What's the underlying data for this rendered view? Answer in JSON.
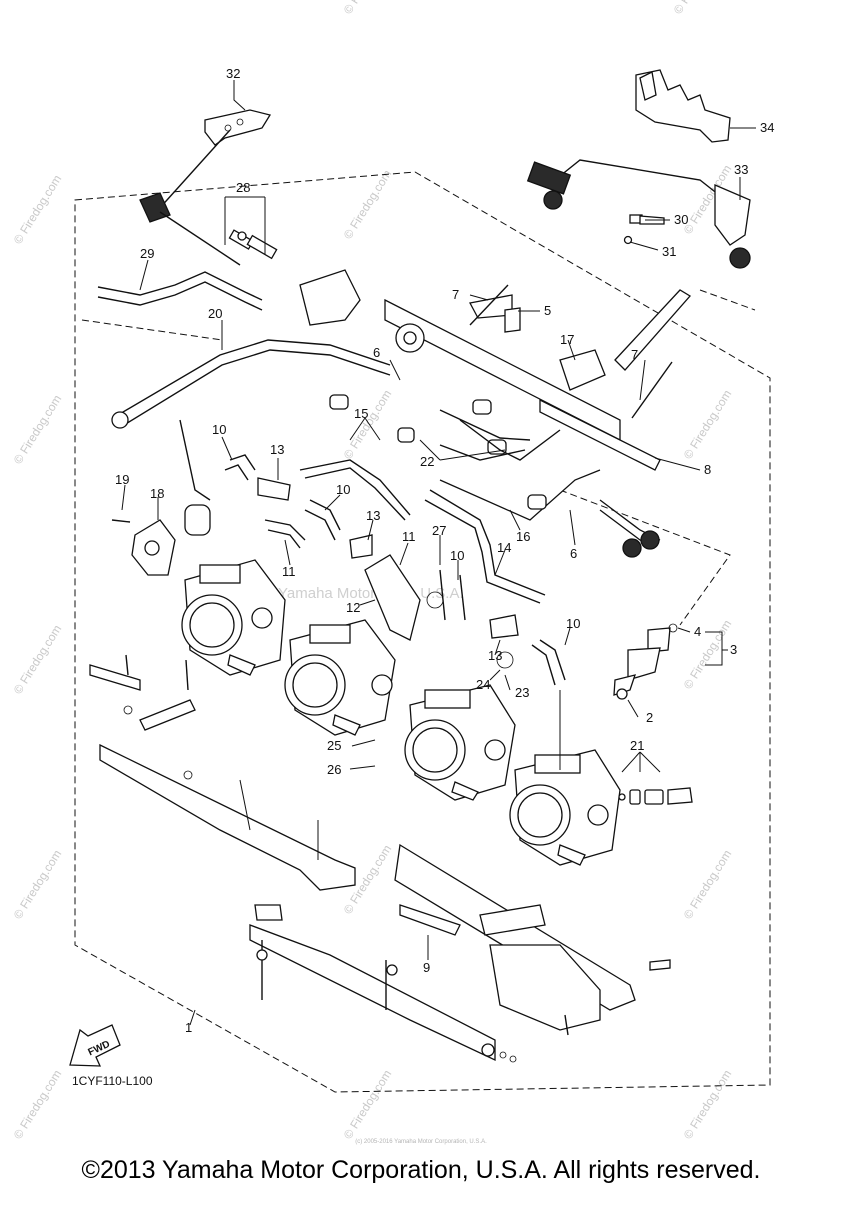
{
  "diagram": {
    "code": "1CYF110-L100",
    "fwd_label": "FWD",
    "center_watermark": "Yamaha Motor Corp. U.S.A.",
    "side_watermark": "© Firedog.com",
    "small_watermark": "© Firedog.com",
    "fine_print": "(c) 2005-2016 Yamaha Motor Corporation, U.S.A.",
    "callouts": [
      "32",
      "34",
      "28",
      "33",
      "30",
      "31",
      "29",
      "7",
      "5",
      "20",
      "17",
      "6",
      "7",
      "15",
      "8",
      "10",
      "13",
      "22",
      "19",
      "18",
      "10",
      "13",
      "16",
      "6",
      "11",
      "27",
      "10",
      "14",
      "11",
      "12",
      "4",
      "3",
      "10",
      "13",
      "24",
      "23",
      "2",
      "25",
      "21",
      "26",
      "9",
      "1"
    ]
  },
  "footer": {
    "copyright": "©2013 Yamaha Motor Corporation, U.S.A. All rights reserved."
  }
}
